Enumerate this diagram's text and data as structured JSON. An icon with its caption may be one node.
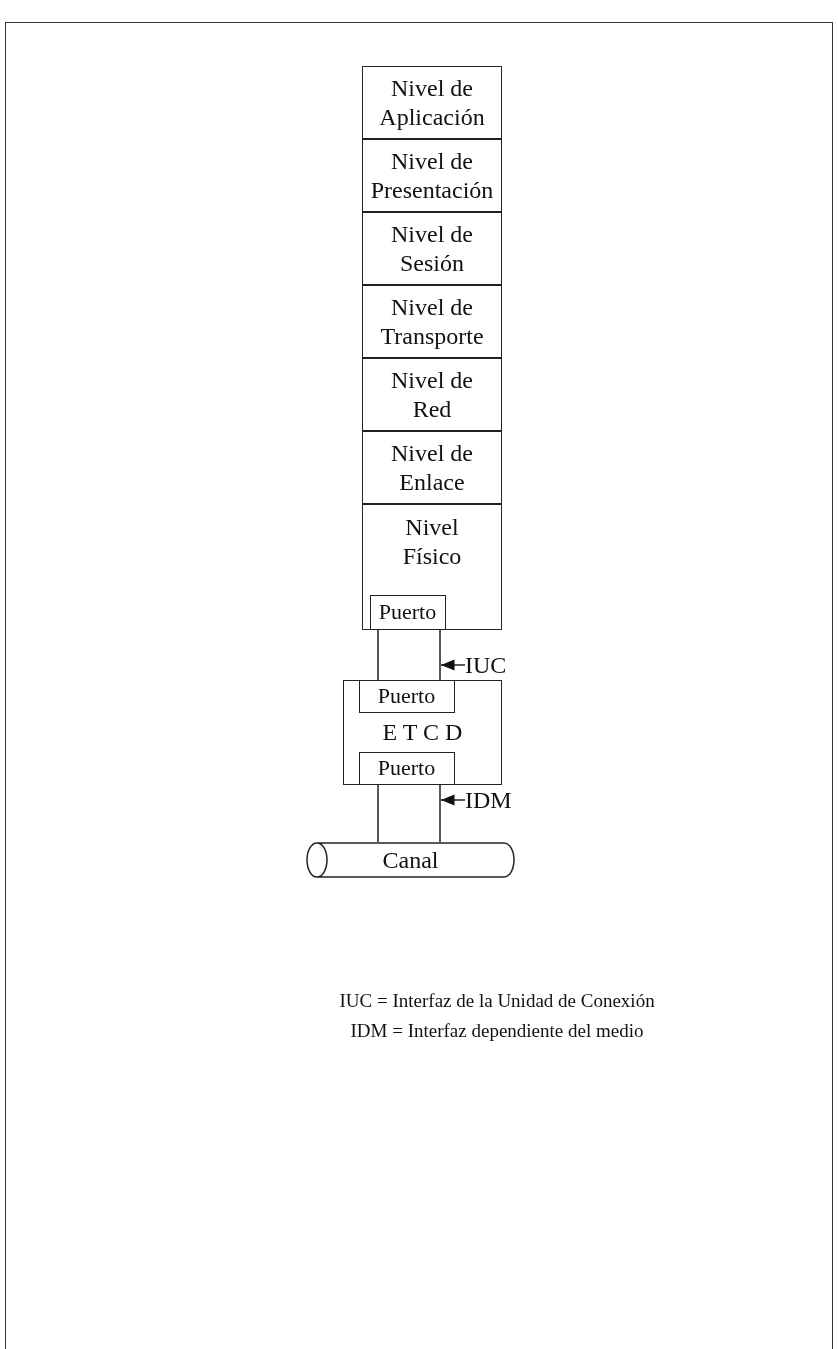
{
  "diagram": {
    "nodes": [
      {
        "text": [
          "Nivel de Aplicación"
        ]
      },
      {
        "text": [
          "Nivel de Presentación"
        ]
      },
      {
        "text": [
          "Nivel de Sesión"
        ]
      },
      {
        "text": [
          "Nivel de Transporte"
        ]
      },
      {
        "text": [
          "Nivel de Red"
        ]
      },
      {
        "text": [
          "Nivel de Enlace"
        ]
      },
      {
        "text": [
          "Nivel Físico"
        ]
      },
      {
        "text": [
          "Puerto"
        ],
        "in": 6
      },
      {
        "text": [
          "E T C D"
        ]
      },
      {
        "text": [
          "Puerto"
        ],
        "in": 8
      },
      {
        "text": [
          "Puerto"
        ],
        "in": 8
      },
      {
        "text": [
          "Canal"
        ]
      },
      {
        "text": [
          "IUC"
        ]
      },
      {
        "text": [
          "IDM"
        ]
      }
    ],
    "edges": [
      {
        "from": 7,
        "to": 9,
        "arrow": "none"
      },
      {
        "from": 10,
        "to": 11,
        "arrow": "none"
      },
      {
        "from": 12,
        "to": null,
        "arrow": "to"
      },
      {
        "from": 13,
        "to": null,
        "arrow": "to"
      }
    ],
    "labels": [
      "IUC = Interfaz de la Unidad de Conexión",
      "IDM = Interfaz dependiente del medio"
    ]
  }
}
